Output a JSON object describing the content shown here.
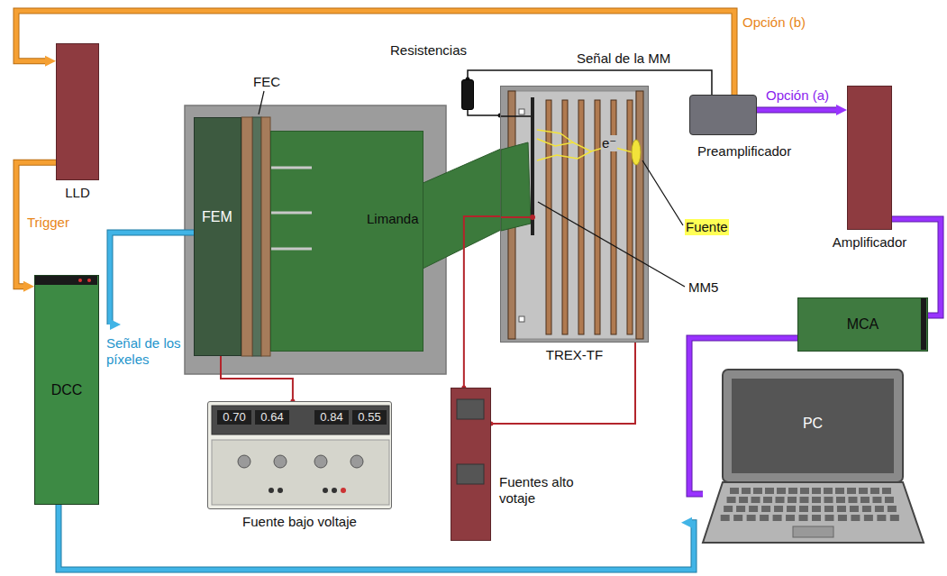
{
  "diagram": {
    "nodes": [
      {
        "text": [
          "LLD"
        ]
      },
      {
        "text": [
          "DCC"
        ]
      },
      {
        "text": [
          "FEM"
        ]
      },
      {
        "text": [
          "Limanda"
        ]
      },
      {
        "text": [
          "0.70",
          "0.64",
          "0.84",
          "0.55",
          "Fuente bajo voltaje"
        ]
      },
      {
        "text": [
          "Resistencias"
        ]
      },
      {
        "text": [
          "TREX-TF"
        ]
      },
      {
        "text": [
          "Fuentes alto votaje"
        ]
      },
      {
        "text": [
          "Preamplificador"
        ]
      },
      {
        "text": [
          "Amplificador"
        ]
      },
      {
        "text": [
          "MCA"
        ]
      },
      {
        "text": [
          "PC"
        ]
      }
    ],
    "edges": [
      {
        "from": 8,
        "to": 0,
        "arrow": "to",
        "label": "Opción (b)"
      },
      {
        "from": 0,
        "to": 1,
        "arrow": "to",
        "label": "Trigger"
      },
      {
        "from": 2,
        "to": 1,
        "arrow": "to",
        "label": "Señal de los píxeles"
      },
      {
        "from": 1,
        "to": 11,
        "arrow": "to"
      },
      {
        "from": 4,
        "to": 2,
        "arrow": "none"
      },
      {
        "from": 6,
        "to": 5,
        "arrow": "none"
      },
      {
        "from": 5,
        "to": 8,
        "arrow": "none",
        "label": "Señal de la MM"
      },
      {
        "from": 7,
        "to": 6,
        "arrow": "none"
      },
      {
        "from": 7,
        "to": 6,
        "arrow": "none"
      },
      {
        "from": 8,
        "to": 9,
        "arrow": "to",
        "label": "Opción (a)"
      },
      {
        "from": 9,
        "to": 10,
        "arrow": "none"
      },
      {
        "from": 10,
        "to": 11,
        "arrow": "none"
      }
    ],
    "labels": [
      "FEC",
      "MM5",
      "Fuente",
      "e⁻"
    ]
  }
}
